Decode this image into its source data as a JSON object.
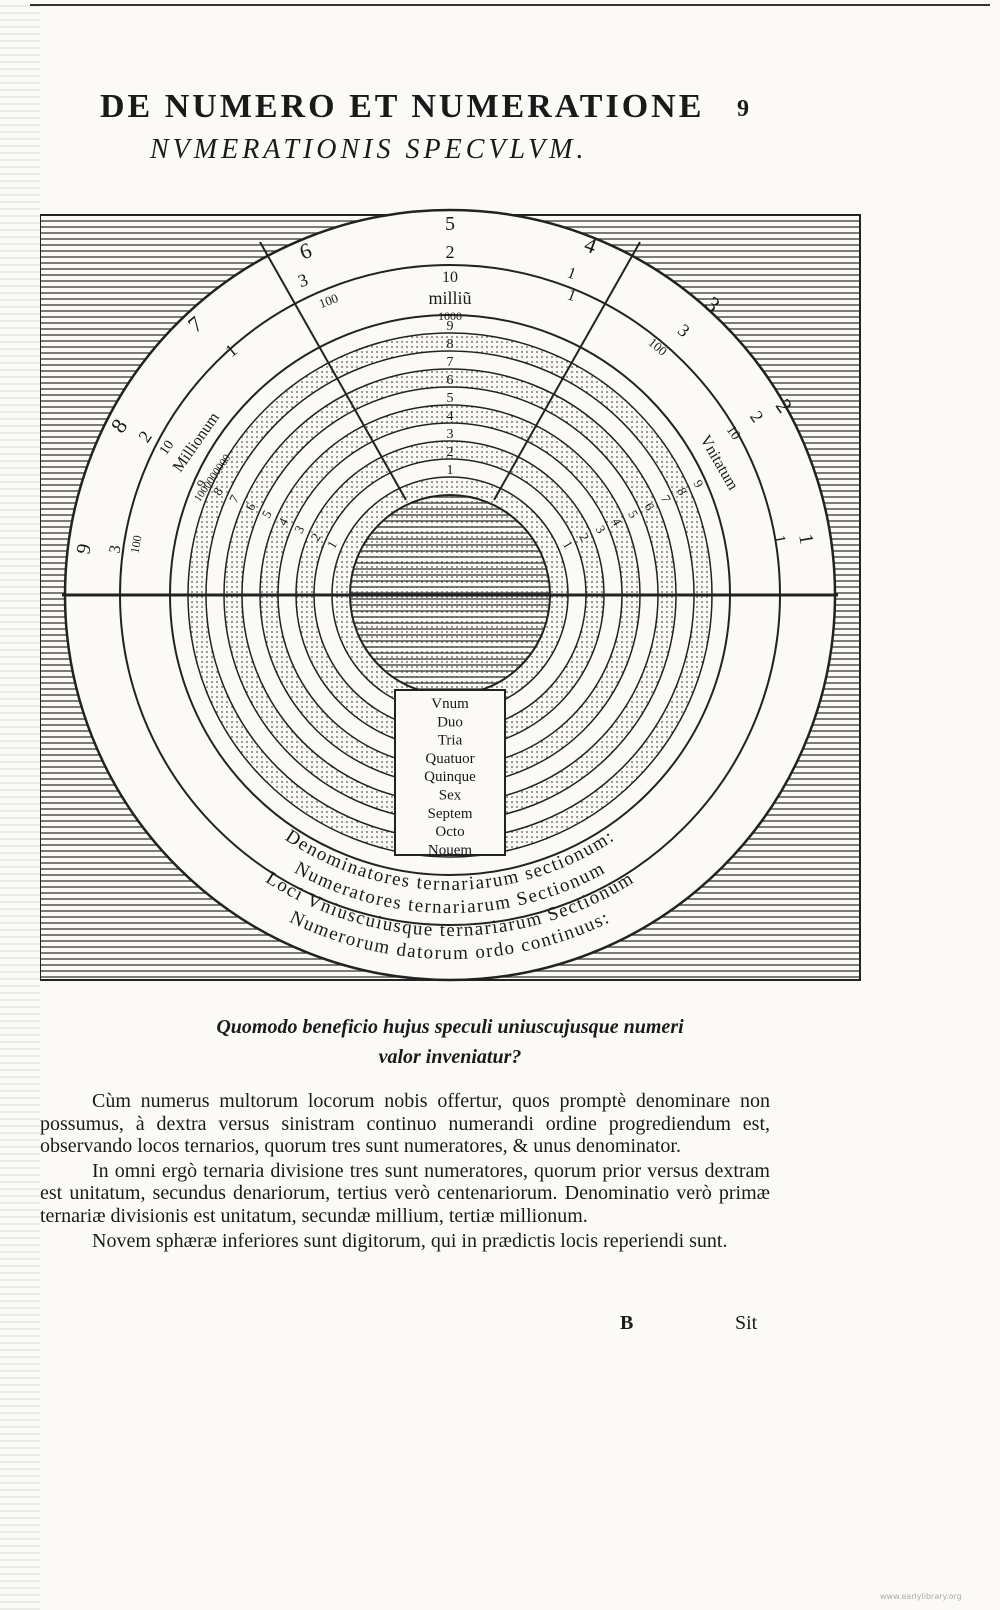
{
  "running_head": "DE NUMERO ET NUMERATIONE",
  "page_number": "9",
  "plate_title": "NVMERATIONIS SPECVLVM.",
  "diagram": {
    "top_labels": [
      "5",
      "2",
      "10",
      "milliũ",
      "1000"
    ],
    "left_labels": [
      "6",
      "3",
      "100",
      "7",
      "1",
      "8",
      "2",
      "10",
      "Millionum",
      "1000000000",
      "9",
      "3",
      "100"
    ],
    "right_labels": [
      "4",
      "1",
      "1",
      "3",
      "3",
      "100",
      "2",
      "2",
      "10",
      "Vnitatum",
      "1",
      "1"
    ],
    "digit_rows": [
      "9",
      "8",
      "7",
      "6",
      "5",
      "4",
      "3",
      "2",
      "1"
    ],
    "inner_box_words": [
      "Vnum",
      "Duo",
      "Tria",
      "Quatuor",
      "Quinque",
      "Sex",
      "Septem",
      "Octo",
      "Nouem"
    ],
    "arc_legends": [
      "Denominatores ternariarum sectionum:",
      "Numeratores ternariarum Sectionum",
      "Loci Vniuscuiusque ternariarum Sectionum",
      "Numerorum datorum ordo continuus:"
    ]
  },
  "caption": [
    "Quomodo beneficio hujus speculi uniuscujusque numeri",
    "valor inveniatur?"
  ],
  "paragraphs": [
    "Cùm numerus multorum locorum nobis offertur, quos promptè denominare non possumus, à dextra versus sinistram continuo numerandi ordine progrediendum est, observando locos ternarios, quorum tres sunt numeratores, & unus denominator.",
    "In omni ergò ternaria divisione tres sunt numeratores, quorum prior versus dextram est unitatum, secundus denariorum, tertius verò centenariorum. Denominatio verò primæ ternariæ divisionis est unitatum, secundæ millium, tertiæ millionum.",
    "Novem sphæræ inferiores sunt digitorum, qui in prædictis locis reperiendi sunt."
  ],
  "signature": "B",
  "catchword": "Sit",
  "watermark": "www.earlylibrary.org"
}
